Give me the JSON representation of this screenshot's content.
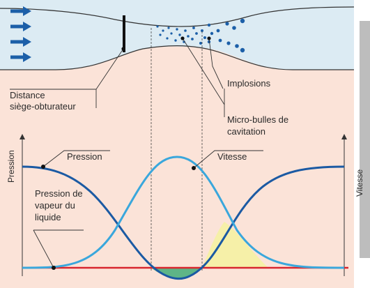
{
  "labels": {
    "distance_line1": "Distance",
    "distance_line2": "siège-obturateur",
    "implosions": "Implosions",
    "microbulles_line1": "Micro-bulles de",
    "microbulles_line2": "cavitation",
    "pression": "Pression",
    "vitesse": "Vitesse",
    "axis_left": "Pression",
    "axis_right": "Vitesse",
    "vapeur_line1": "Pression de",
    "vapeur_line2": "vapeur du",
    "vapeur_line3": "liquide"
  },
  "colors": {
    "background": "#fbe3d8",
    "flow_channel": "#dcebf3",
    "arrows": "#1c5fa8",
    "pressure_curve": "#1b5aa3",
    "velocity_curve": "#3aa7dc",
    "vapour_line": "#d8262e",
    "cavitation_zone": "#4caf7e",
    "implosion_zone": "#f6f0a8",
    "right_bar": "#bdbdbd"
  },
  "icons": {
    "flow_arrows": "right-arrow-icon"
  }
}
